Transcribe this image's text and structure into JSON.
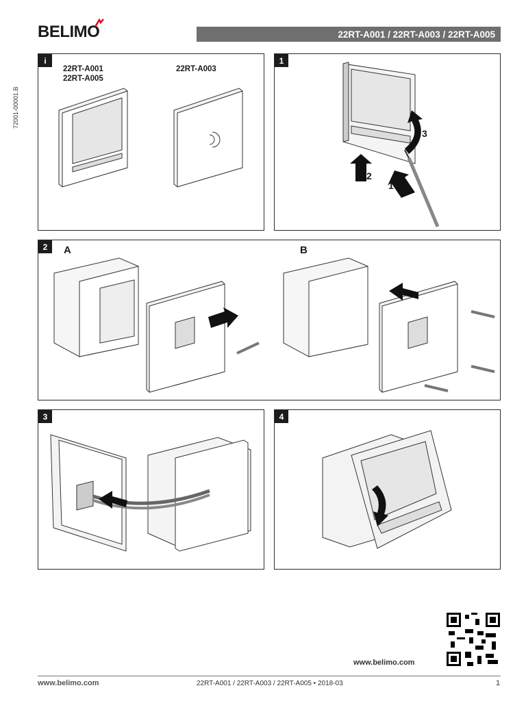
{
  "header": {
    "brand": "BELIMO",
    "title": "22RT-A001 / 22RT-A003 / 22RT-A005"
  },
  "doc_id": "72001-00001.B",
  "panels": {
    "info": {
      "tag": "i",
      "model_a_line1": "22RT-A001",
      "model_a_line2": "22RT-A005",
      "model_b": "22RT-A003"
    },
    "step1": {
      "tag": "1",
      "arrow_labels": [
        "1",
        "2",
        "3"
      ]
    },
    "step2": {
      "tag": "2",
      "variant_a": "A",
      "variant_b": "B"
    },
    "step3": {
      "tag": "3"
    },
    "step4": {
      "tag": "4"
    }
  },
  "qr_caption": "www.belimo.com",
  "footer": {
    "website": "www.belimo.com",
    "docline": "22RT-A001 / 22RT-A003 / 22RT-A005 • 2018-03",
    "page": "1"
  }
}
